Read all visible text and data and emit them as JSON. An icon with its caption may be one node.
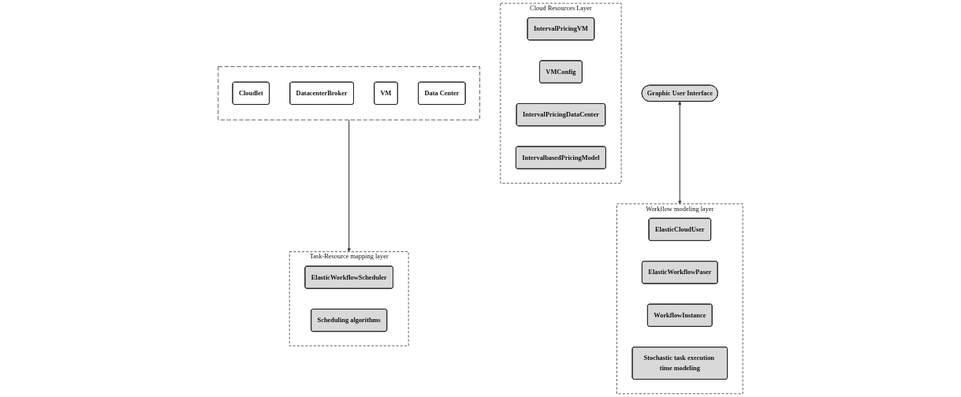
{
  "diagram": {
    "nodes": [
      {
        "text": [
          "Graphic User Interface"
        ]
      },
      {
        "text": [
          "Workflow modeling layer"
        ]
      },
      {
        "text": [
          "ElasticCloudUser"
        ],
        "in": 1
      },
      {
        "text": [
          "ElasticWorkflowPaser"
        ],
        "in": 1
      },
      {
        "text": [
          "WorkflowInstance"
        ],
        "in": 1
      },
      {
        "text": [
          "Stochastic task execution time modeling"
        ],
        "in": 1
      },
      {
        "text": [
          "Task-Resource mapping layer"
        ]
      },
      {
        "text": [
          "ElasticWorkflowScheduler"
        ],
        "in": 6
      },
      {
        "text": [
          "Scheduling algorithms"
        ],
        "in": 6
      },
      {
        "text": [
          "Cloud Resources Layer"
        ]
      },
      {
        "text": [
          "IntervalPricingVM"
        ],
        "in": 9
      },
      {
        "text": [
          "VMConfig"
        ],
        "in": 9
      },
      {
        "text": [
          "IntervalPricingDataCenter"
        ],
        "in": 9
      },
      {
        "text": [
          "IntervalbasedPricingModel"
        ],
        "in": 9
      },
      {
        "text": [],
        "shape": "box"
      },
      {
        "text": [
          "Cloudlet"
        ],
        "in": 14
      },
      {
        "text": [
          "DatacenterBroker"
        ],
        "in": 14
      },
      {
        "text": [
          "VM"
        ],
        "in": 14
      },
      {
        "text": [
          "Data Center"
        ],
        "in": 14
      }
    ],
    "edges": [
      {
        "from": 0,
        "to": 1,
        "arrow": "both"
      },
      {
        "from": 14,
        "to": 6,
        "arrow": "to"
      }
    ]
  }
}
